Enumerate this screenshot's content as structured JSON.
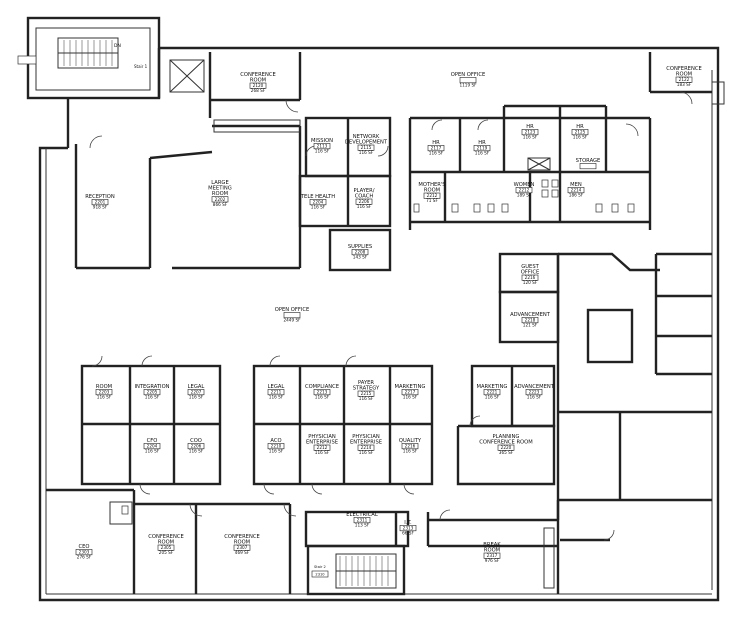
{
  "rooms": [
    {
      "id": "conf-2120",
      "name": [
        "CONFERENCE",
        "ROOM"
      ],
      "number": "2120",
      "area": "268 SF"
    },
    {
      "id": "open-top",
      "name": [
        "OPEN OFFICE"
      ],
      "number": "",
      "area": "1119 SF"
    },
    {
      "id": "conf-2122",
      "name": [
        "CONFERENCE",
        "ROOM"
      ],
      "number": "2122",
      "area": "183 SF"
    },
    {
      "id": "mission",
      "name": [
        "MISSION"
      ],
      "number": "2113",
      "area": "116 SF"
    },
    {
      "id": "network",
      "name": [
        "NETWORK",
        "DEVELOPEMENT"
      ],
      "number": "2115",
      "area": "116 SF"
    },
    {
      "id": "hr-2117",
      "name": [
        "HR"
      ],
      "number": "2117",
      "area": "116 SF"
    },
    {
      "id": "hr-2119",
      "name": [
        "HR"
      ],
      "number": "2119",
      "area": "116 SF"
    },
    {
      "id": "hr-2123",
      "name": [
        "HR"
      ],
      "number": "2123",
      "area": "116 SF"
    },
    {
      "id": "hr-2125",
      "name": [
        "HR"
      ],
      "number": "2125",
      "area": "116 SF"
    },
    {
      "id": "storage",
      "name": [
        "STORAGE"
      ],
      "number": "",
      "area": ""
    },
    {
      "id": "reception",
      "name": [
        "RECEPTION"
      ],
      "number": "2201",
      "area": "918 SF"
    },
    {
      "id": "large-meeting",
      "name": [
        "LARGE",
        "MEETING",
        "ROOM"
      ],
      "number": "2202",
      "area": "866 SF"
    },
    {
      "id": "telehealth",
      "name": [
        "TELE HEALTH"
      ],
      "number": "2204",
      "area": "116 SF"
    },
    {
      "id": "player",
      "name": [
        "PLAYER/",
        "COACH"
      ],
      "number": "2206",
      "area": "116 SF"
    },
    {
      "id": "supplies",
      "name": [
        "SUPPLIES"
      ],
      "number": "2208",
      "area": "143 SF"
    },
    {
      "id": "mothers",
      "name": [
        "MOTHER'S",
        "ROOM"
      ],
      "number": "2212",
      "area": "71 SF"
    },
    {
      "id": "women",
      "name": [
        "WOMEN"
      ],
      "number": "2212",
      "area": "189 SF"
    },
    {
      "id": "men",
      "name": [
        "MEN"
      ],
      "number": "2214",
      "area": "186 SF"
    },
    {
      "id": "guest",
      "name": [
        "GUEST",
        "OFFICE"
      ],
      "number": "2216",
      "area": "120 SF"
    },
    {
      "id": "advancement-2218",
      "name": [
        "ADVANCEMENT"
      ],
      "number": "2218",
      "area": "121 SF"
    },
    {
      "id": "open-center",
      "name": [
        "OPEN OFFICE"
      ],
      "number": "",
      "area": "2449 SF"
    },
    {
      "id": "room-2203",
      "name": [
        "ROOM"
      ],
      "number": "2203",
      "area": "116 SF"
    },
    {
      "id": "integration",
      "name": [
        "INTEGRATION"
      ],
      "number": "2205",
      "area": "116 SF"
    },
    {
      "id": "legal-2207",
      "name": [
        "LEGAL"
      ],
      "number": "2207",
      "area": "116 SF"
    },
    {
      "id": "legal-2211",
      "name": [
        "LEGAL"
      ],
      "number": "2211",
      "area": "116 SF"
    },
    {
      "id": "compliance",
      "name": [
        "COMPLIANCE"
      ],
      "number": "2213",
      "area": "116 SF"
    },
    {
      "id": "payer",
      "name": [
        "PAYER",
        "STRATEGY"
      ],
      "number": "2215",
      "area": "116 SF"
    },
    {
      "id": "marketing-2217",
      "name": [
        "MARKETING"
      ],
      "number": "2217",
      "area": "116 SF"
    },
    {
      "id": "marketing-2221",
      "name": [
        "MARKETING"
      ],
      "number": "2221",
      "area": "116 SF"
    },
    {
      "id": "advancement-2223",
      "name": [
        "ADVANCEMENT"
      ],
      "number": "2223",
      "area": "116 SF"
    },
    {
      "id": "cfo",
      "name": [
        "CFO"
      ],
      "number": "2204",
      "area": "116 SF"
    },
    {
      "id": "coo",
      "name": [
        "COO"
      ],
      "number": "2206",
      "area": "116 SF"
    },
    {
      "id": "aco",
      "name": [
        "ACO"
      ],
      "number": "2210",
      "area": "116 SF"
    },
    {
      "id": "phys-ent-2212",
      "name": [
        "PHYSICIAN",
        "ENTERPRISE"
      ],
      "number": "2212",
      "area": "116 SF"
    },
    {
      "id": "phys-ent-2214",
      "name": [
        "PHYSICIAN",
        "ENTERPRISE"
      ],
      "number": "2214",
      "area": "116 SF"
    },
    {
      "id": "quality",
      "name": [
        "QUALITY"
      ],
      "number": "2216",
      "area": "116 SF"
    },
    {
      "id": "planning",
      "name": [
        "PLANNING",
        "CONFERENCE ROOM"
      ],
      "number": "2220",
      "area": "365 SF"
    },
    {
      "id": "ceo",
      "name": [
        "CEO"
      ],
      "number": "2303",
      "area": "276 SF"
    },
    {
      "id": "conf-2305",
      "name": [
        "CONFERENCE",
        "ROOM"
      ],
      "number": "2305",
      "area": "205 SF"
    },
    {
      "id": "conf-2307",
      "name": [
        "CONFERENCE",
        "ROOM"
      ],
      "number": "2307",
      "area": "469 SF"
    },
    {
      "id": "electrical",
      "name": [
        "ELECTRICAL"
      ],
      "number": "2311",
      "area": "113 SF"
    },
    {
      "id": "it",
      "name": [
        "I.T."
      ],
      "number": "2313",
      "area": "66 SF"
    },
    {
      "id": "break",
      "name": [
        "BREAK",
        "ROOM"
      ],
      "number": "2317",
      "area": "976 SF"
    }
  ],
  "stairs": [
    {
      "id": "stair-1",
      "label": "Stair 1",
      "number": ""
    },
    {
      "id": "stair-2",
      "label": "Stair 2",
      "number": "2310"
    }
  ],
  "marks": {
    "dn_label": "DN"
  }
}
